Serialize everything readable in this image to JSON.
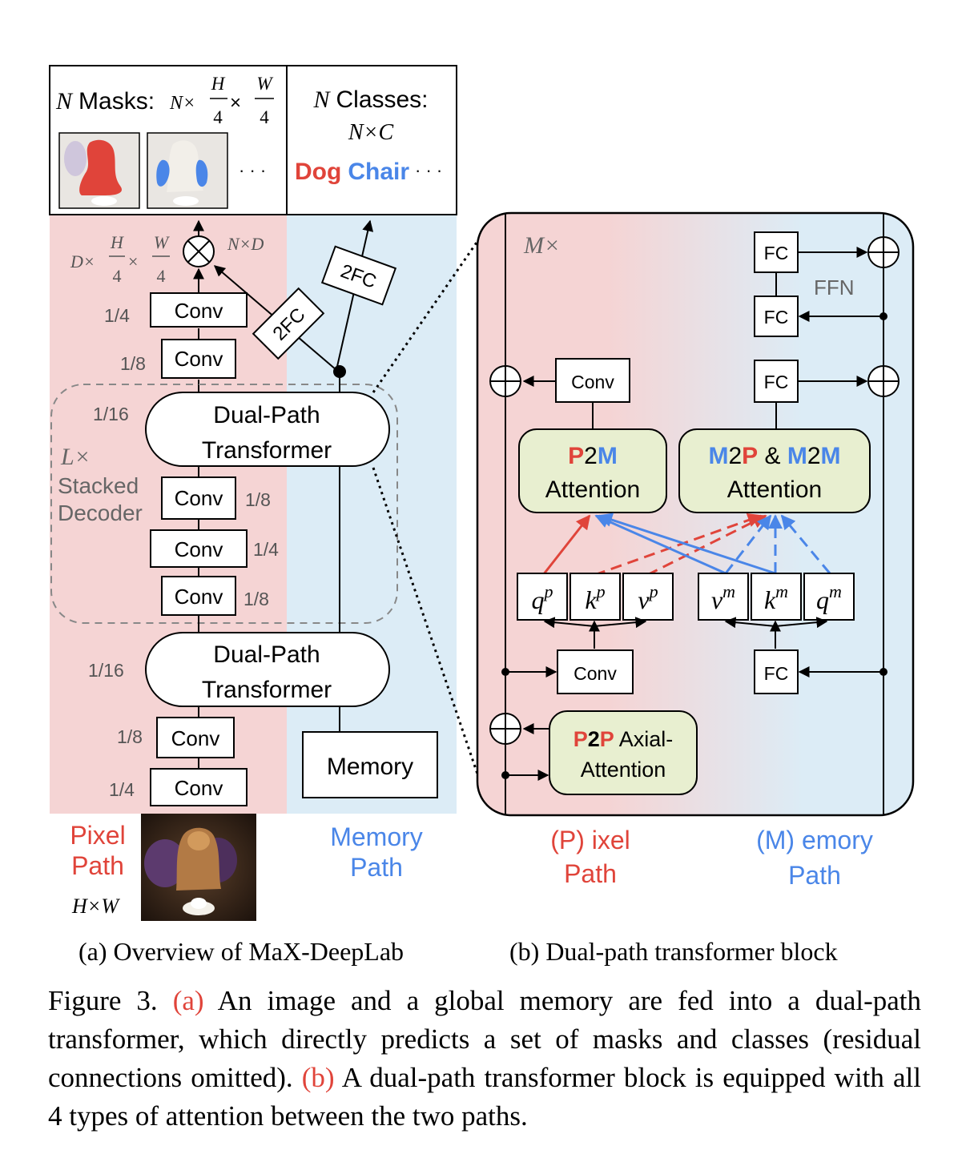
{
  "panel_a": {
    "output_masks": {
      "prefix": "N",
      "label": "Masks:",
      "formula_left": "N×",
      "frac1": {
        "num": "H",
        "den": "4"
      },
      "times": "×",
      "frac2": {
        "num": "W",
        "den": "4"
      },
      "ellipsis": "· · ·"
    },
    "output_classes": {
      "prefix": "N",
      "label": "Classes:",
      "dims": "N×C",
      "class1": "Dog",
      "class2": "Chair",
      "ellipsis": "· · ·"
    },
    "feature_dims": {
      "left": "D×",
      "frac1": {
        "num": "H",
        "den": "4"
      },
      "times": "×",
      "frac2": {
        "num": "W",
        "den": "4"
      }
    },
    "nd_label": "N×D",
    "fc_label_1": "2FC",
    "fc_label_2": "2FC",
    "conv_label": "Conv",
    "scales": {
      "s4": "1/4",
      "s8": "1/8",
      "s16": "1/16"
    },
    "dpt_line1": "Dual-Path",
    "dpt_line2": "Transformer",
    "stack": {
      "count": "L×",
      "line1": "Stacked",
      "line2": "Decoder"
    },
    "memory_label": "Memory",
    "pixel_path": {
      "line1": "Pixel",
      "line2": "Path"
    },
    "memory_path": {
      "line1": "Memory",
      "line2": "Path"
    },
    "input_dims": "H×W"
  },
  "panel_b": {
    "repeat": "M×",
    "fc_label": "FC",
    "ffn_label": "FFN",
    "conv_label": "Conv",
    "p2m": {
      "p": "P",
      "two": "2",
      "m": "M",
      "line2": "Attention"
    },
    "m2p": {
      "m1": "M",
      "two1": "2",
      "p": "P",
      "amp": " & ",
      "m2": "M",
      "two2": "2",
      "m3": "M",
      "line2": "Attention"
    },
    "p2p": {
      "p1": "P",
      "two": "2",
      "p2": "P",
      "rest": " Axial-",
      "line2": "Attention"
    },
    "qkv_pixel": [
      {
        "b": "q",
        "s": "p"
      },
      {
        "b": "k",
        "s": "p"
      },
      {
        "b": "v",
        "s": "p"
      }
    ],
    "qkv_memory": [
      {
        "b": "v",
        "s": "m"
      },
      {
        "b": "k",
        "s": "m"
      },
      {
        "b": "q",
        "s": "m"
      }
    ],
    "pixel_path": {
      "line1": "(P) ixel",
      "line2": "Path"
    },
    "memory_path": {
      "line1": "(M) emory",
      "line2": "Path"
    }
  },
  "subcaptions": {
    "a": "(a)  Overview of MaX-DeepLab",
    "b": "(b)  Dual-path transformer block"
  },
  "caption": {
    "fig": "Figure 3.",
    "ref_a": "(a)",
    "text_a": "An image and a global memory are fed into a dual-path transformer, which directly predicts a set of masks and classes (residual connections omitted).",
    "ref_b": "(b)",
    "text_b": "A dual-path transformer block is equipped with all 4 types of attention between the two paths."
  },
  "colors": {
    "pixel": "#f5d4d4",
    "memory": "#dcecf6",
    "red": "#e0443a",
    "blue": "#4a86e8",
    "attn_fill": "#e8efd0",
    "gray_text": "#666666"
  }
}
